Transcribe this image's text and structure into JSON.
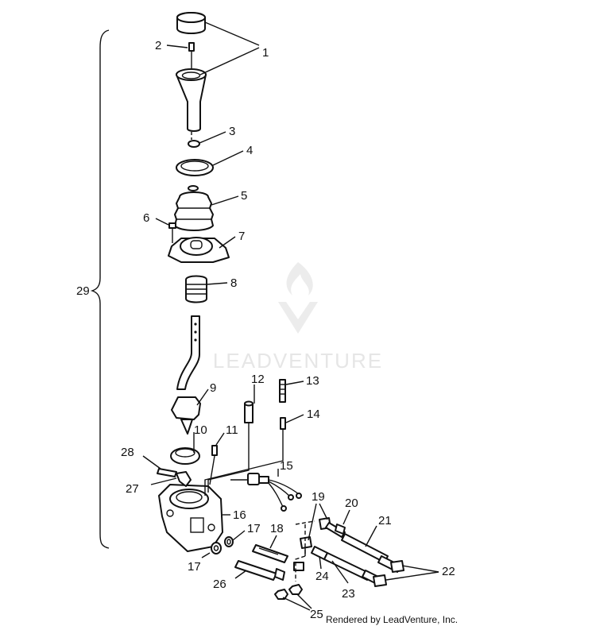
{
  "watermark": {
    "text": "LEADVENTURE"
  },
  "credit": "Rendered by LeadVenture, Inc.",
  "callouts": {
    "c1": "1",
    "c2": "2",
    "c3": "3",
    "c4": "4",
    "c5": "5",
    "c6": "6",
    "c7": "7",
    "c8": "8",
    "c9": "9",
    "c10": "10",
    "c11": "11",
    "c12": "12",
    "c13": "13",
    "c14": "14",
    "c15": "15",
    "c16": "16",
    "c17a": "17",
    "c17b": "17",
    "c18": "18",
    "c19": "19",
    "c20": "20",
    "c21": "21",
    "c22": "22",
    "c23": "23",
    "c24": "24",
    "c25": "25",
    "c26": "26",
    "c27": "27",
    "c28": "28",
    "c29": "29"
  }
}
